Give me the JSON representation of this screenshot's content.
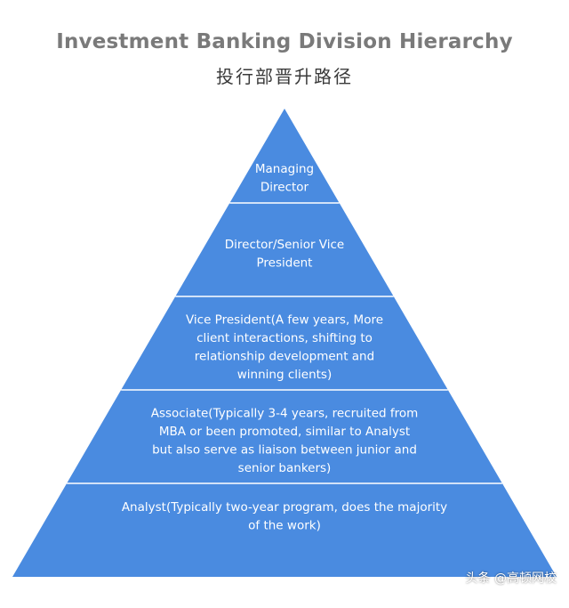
{
  "title": "Investment Banking Division Hierarchy",
  "subtitle": "投行部晋升路径",
  "pyramid_color": "#4a8be0",
  "divider_color": "#ffffff",
  "levels": [
    {
      "lines": [
        "Managing",
        "Director"
      ]
    },
    {
      "lines": [
        "Director/Senior Vice",
        "President"
      ]
    },
    {
      "lines": [
        "Vice President(A few years, More",
        "client interactions, shifting to",
        "relationship development and",
        "winning clients)"
      ]
    },
    {
      "lines": [
        "Associate(Typically 3-4 years, recruited from",
        "MBA or been promoted, similar to Analyst",
        "but also serve as liaison between junior and",
        "senior bankers)"
      ]
    },
    {
      "lines": [
        "Analyst(Typically two-year program, does the majority",
        "of the work)"
      ]
    }
  ],
  "watermark": "头条 @高顿网校"
}
